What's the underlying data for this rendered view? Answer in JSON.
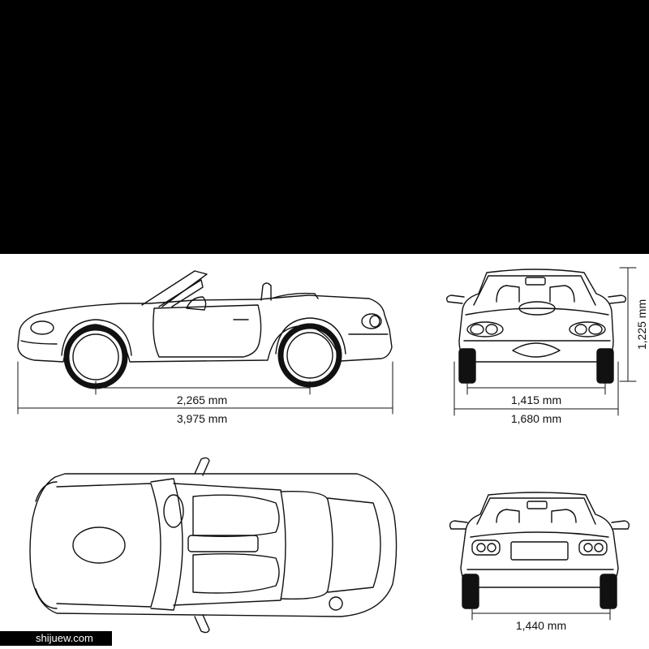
{
  "dimensions": {
    "side_wheelbase": "2,265 mm",
    "side_length": "3,975 mm",
    "front_track": "1,415 mm",
    "front_width": "1,680 mm",
    "front_height": "1,225 mm",
    "rear_track": "1,440 mm"
  },
  "watermark": "shijuew.com",
  "colors": {
    "background": "#000000",
    "sheet": "#ffffff",
    "line": "#111111"
  }
}
